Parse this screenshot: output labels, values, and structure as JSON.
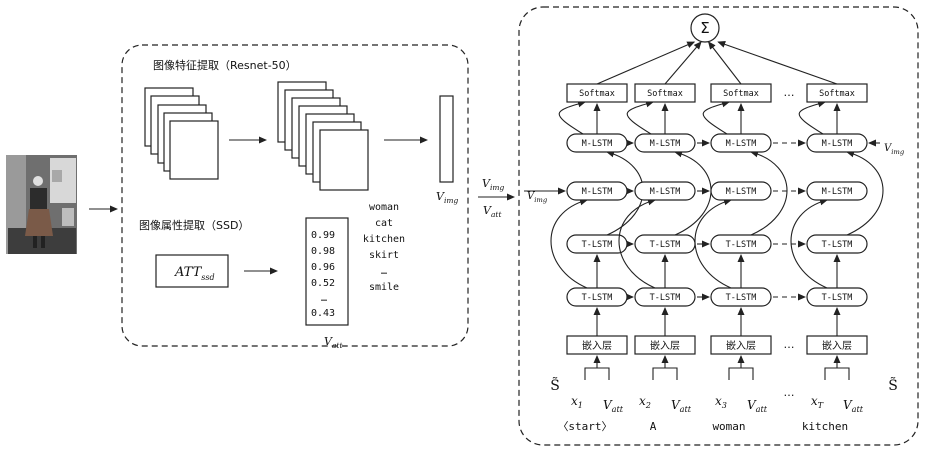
{
  "feature_panel": {
    "image_feature_title": "图像特征提取（Resnet-50）",
    "attribute_title": "图像属性提取（SSD）",
    "att_ssd_main": "ATT",
    "att_ssd_sub": "ssd",
    "v_img_main": "V",
    "v_img_sub": "img",
    "v_att_main": "V",
    "v_att_sub": "att",
    "probabilities": [
      "0.99",
      "0.98",
      "0.96",
      "0.52",
      "…",
      "0.43"
    ],
    "attribute_words": [
      "woman",
      "cat",
      "kitchen",
      "skirt",
      "…",
      "smile"
    ]
  },
  "arrow_labels": {
    "v_img_main": "V",
    "v_img_sub": "img",
    "v_att_main": "V",
    "v_att_sub": "att"
  },
  "decoder": {
    "sum_symbol": "Σ",
    "softmax_label": "Softmax",
    "m_lstm_label": "M-LSTM",
    "t_lstm_label": "T-LSTM",
    "embed_label": "嵌入层",
    "ellipsis": "…",
    "v_img_main": "V",
    "v_img_sub": "img",
    "s_tilde": "S̃",
    "inputs": [
      {
        "x_main": "x",
        "x_sub": "1",
        "v_main": "V",
        "v_sub": "att"
      },
      {
        "x_main": "x",
        "x_sub": "2",
        "v_main": "V",
        "v_sub": "att"
      },
      {
        "x_main": "x",
        "x_sub": "3",
        "v_main": "V",
        "v_sub": "att"
      },
      {
        "x_main": "x",
        "x_sub": "T",
        "v_main": "V",
        "v_sub": "att"
      }
    ],
    "words": [
      "〈start〉",
      "A",
      "woman",
      "kitchen"
    ]
  }
}
